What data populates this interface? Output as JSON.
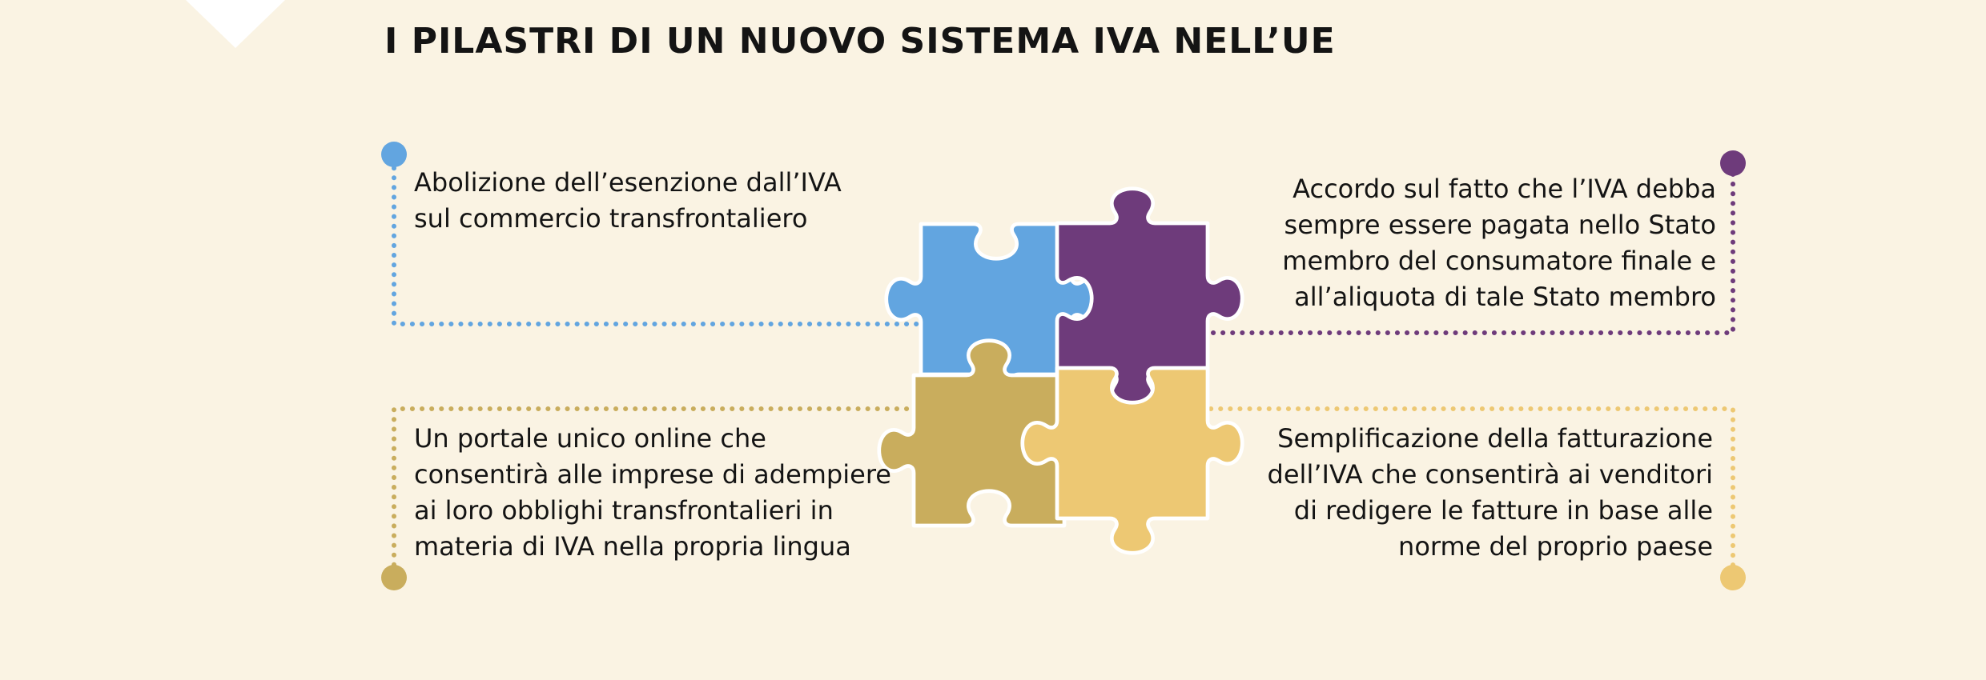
{
  "title": "I PILASTRI DI UN NUOVO SISTEMA IVA NELL’UE",
  "colors": {
    "background": "#faf3e3",
    "blue": "#62a5e0",
    "purple": "#6e3b7b",
    "ochre": "#c9ad5d",
    "yellow": "#edc873"
  },
  "pillars": [
    {
      "id": "blue",
      "lines": [
        "Abolizione dell’esenzione dall’IVA",
        "sul commercio transfrontaliero"
      ]
    },
    {
      "id": "purple",
      "lines": [
        "Accordo sul fatto che l’IVA debba",
        "sempre essere pagata nello Stato",
        "membro del consumatore finale e",
        "all’aliquota di tale Stato membro"
      ]
    },
    {
      "id": "ochre",
      "lines": [
        "Un portale unico online che",
        "consentirà alle imprese di adempiere",
        "ai loro obblighi transfrontalieri in",
        "materia di IVA nella propria lingua"
      ]
    },
    {
      "id": "yellow",
      "lines": [
        "Semplificazione della fatturazione",
        "dell’IVA che consentirà ai venditori",
        "di redigere le fatture in base alle",
        "norme del proprio paese"
      ]
    }
  ]
}
